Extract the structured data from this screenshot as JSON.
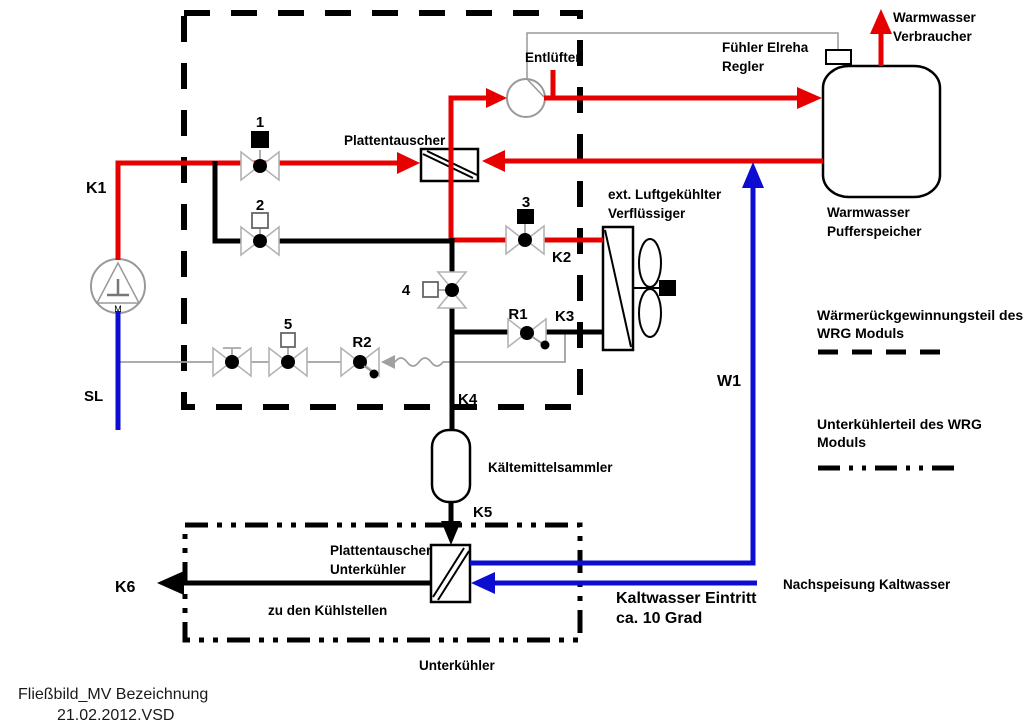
{
  "diagram": {
    "labels": {
      "k1": "K1",
      "k2": "K2",
      "k3": "K3",
      "k4": "K4",
      "k5": "K5",
      "k6": "K6",
      "sl": "SL",
      "w1": "W1",
      "valve1": "1",
      "valve2": "2",
      "valve3": "3",
      "valve4": "4",
      "valve5": "5",
      "r1": "R1",
      "r2": "R2"
    },
    "components": {
      "plattentauscher": "Plattentauscher",
      "entluefter": "Entlüfter",
      "fuehler": [
        "Fühler Elreha",
        "Regler"
      ],
      "warmwasser_verbraucher": [
        "Warmwasser",
        "Verbraucher"
      ],
      "pufferspeicher": [
        "Warmwasser",
        "Pufferspeicher"
      ],
      "verfluessiger": [
        "ext. Luftgekühlter",
        "Verflüssiger"
      ],
      "sammler": "Kältemittelsammler",
      "pt_unterkuehler": [
        "Plattentauscher",
        "Unterkühler"
      ],
      "kuehlstellen": "zu den Kühlstellen",
      "kaltwasser": [
        "Kaltwasser Eintritt",
        "ca. 10 Grad"
      ],
      "nachspeisung": "Nachspeisung Kaltwasser",
      "unterkuehler": "Unterkühler",
      "pump_motor": "M"
    },
    "legend": {
      "wrg": [
        "Wärmerückgewinnungsteil des",
        "WRG Moduls"
      ],
      "unterkuehlerteil": [
        "Unterkühlerteil des WRG",
        "Moduls"
      ]
    },
    "footer": [
      "Fließbild_MV Bezeichnung",
      "21.02.2012.VSD"
    ],
    "colors": {
      "hot_water": "#e60000",
      "cold_water": "#0d0dd2",
      "refrigerant": "#000000",
      "capillary": "#a0a0a0"
    }
  }
}
